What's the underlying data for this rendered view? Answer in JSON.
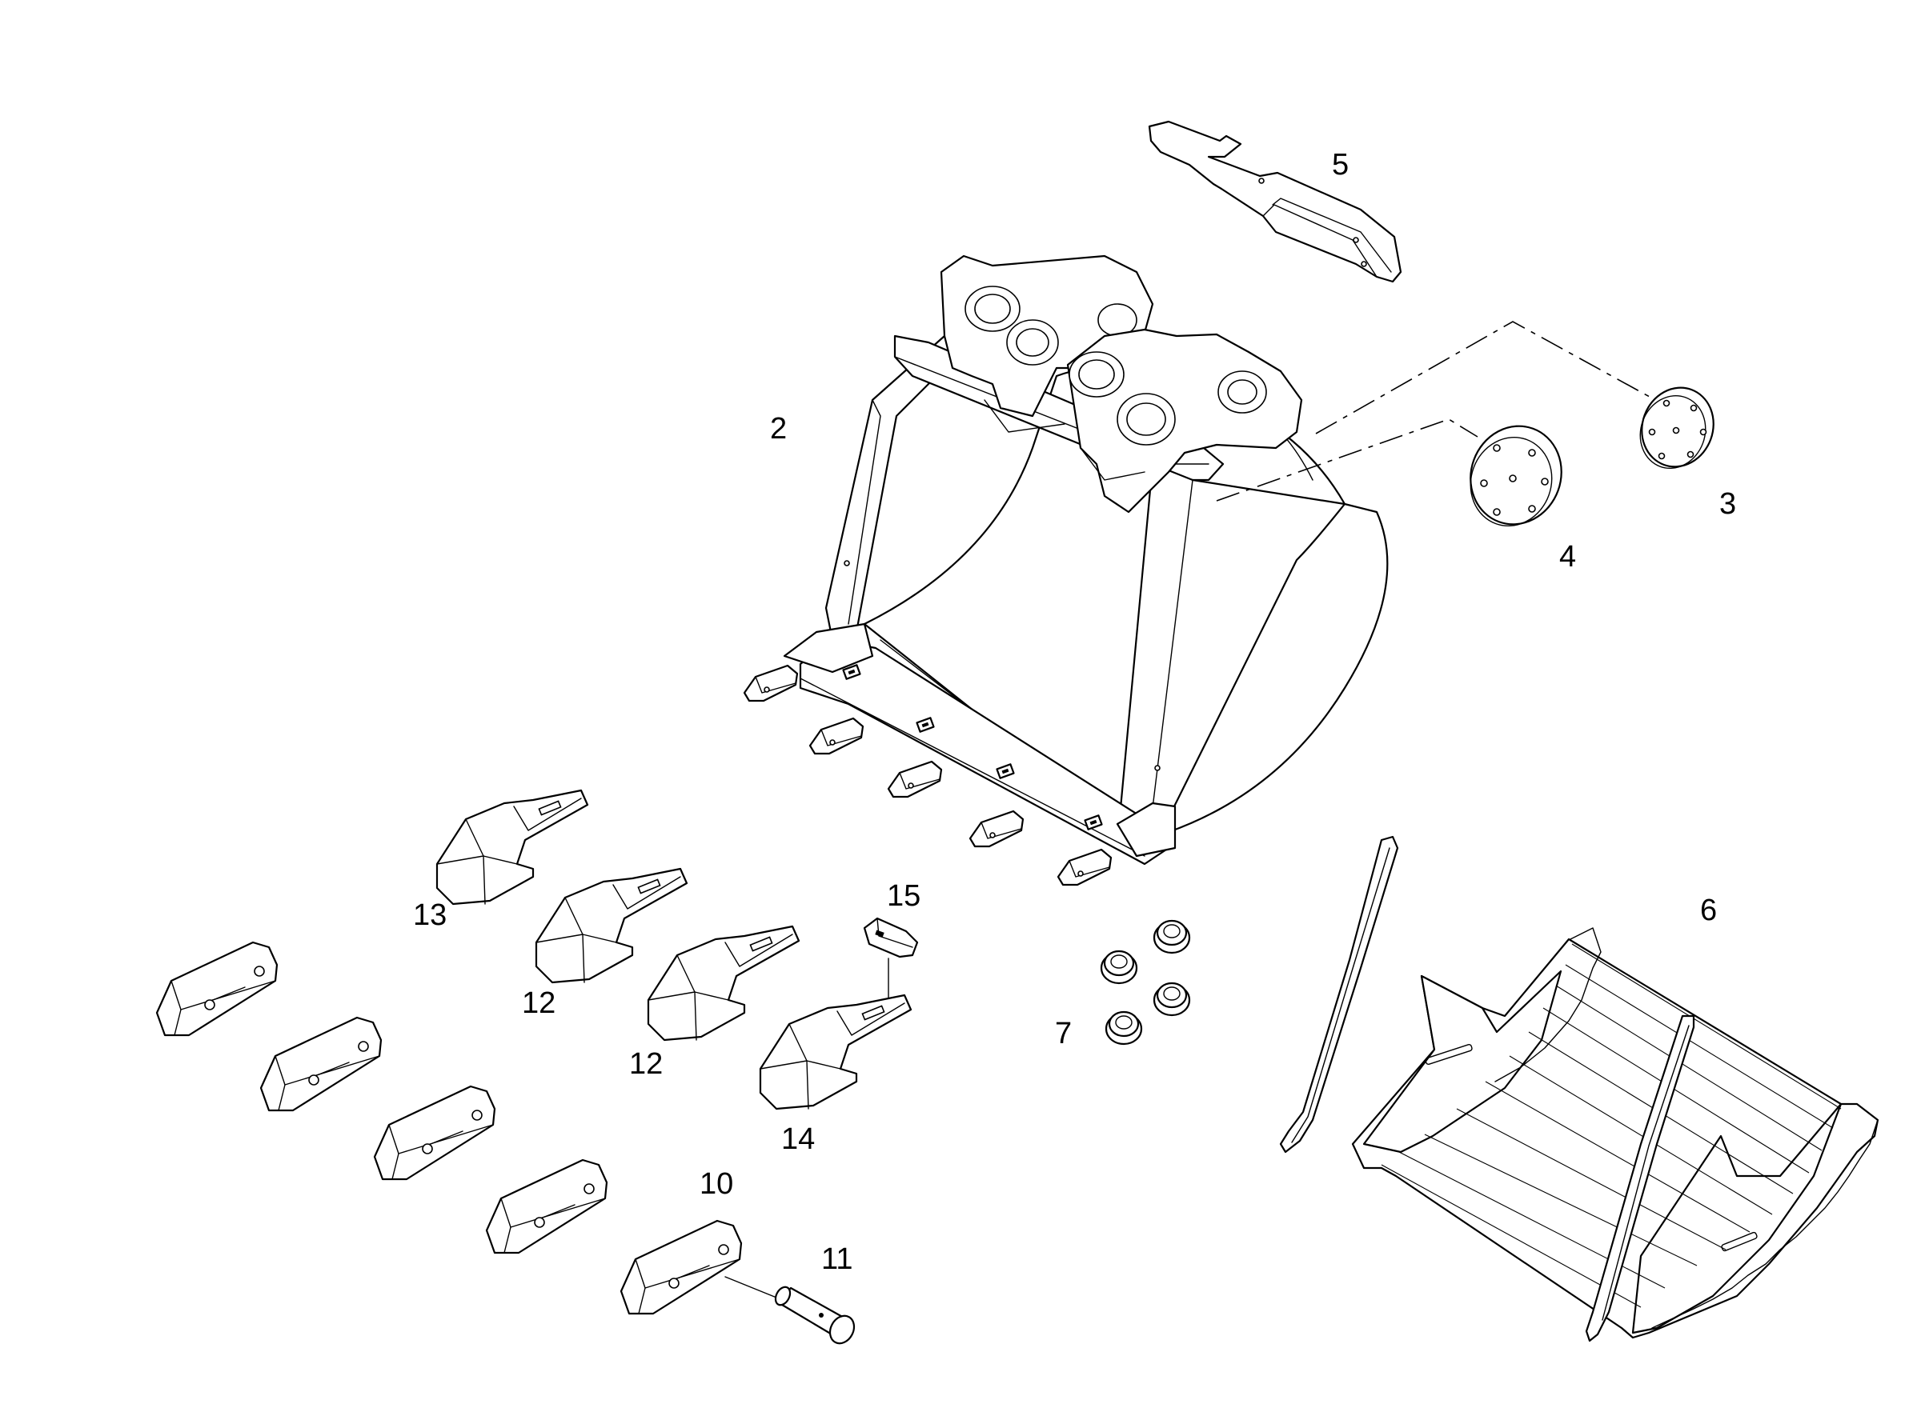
{
  "diagram": {
    "callouts": [
      {
        "id": "2",
        "label": "2"
      },
      {
        "id": "3",
        "label": "3"
      },
      {
        "id": "4",
        "label": "4"
      },
      {
        "id": "5",
        "label": "5"
      },
      {
        "id": "6",
        "label": "6"
      },
      {
        "id": "7",
        "label": "7"
      },
      {
        "id": "10",
        "label": "10"
      },
      {
        "id": "11",
        "label": "11"
      },
      {
        "id": "12a",
        "label": "12"
      },
      {
        "id": "12b",
        "label": "12"
      },
      {
        "id": "13",
        "label": "13"
      },
      {
        "id": "14",
        "label": "14"
      },
      {
        "id": "15",
        "label": "15"
      }
    ]
  }
}
